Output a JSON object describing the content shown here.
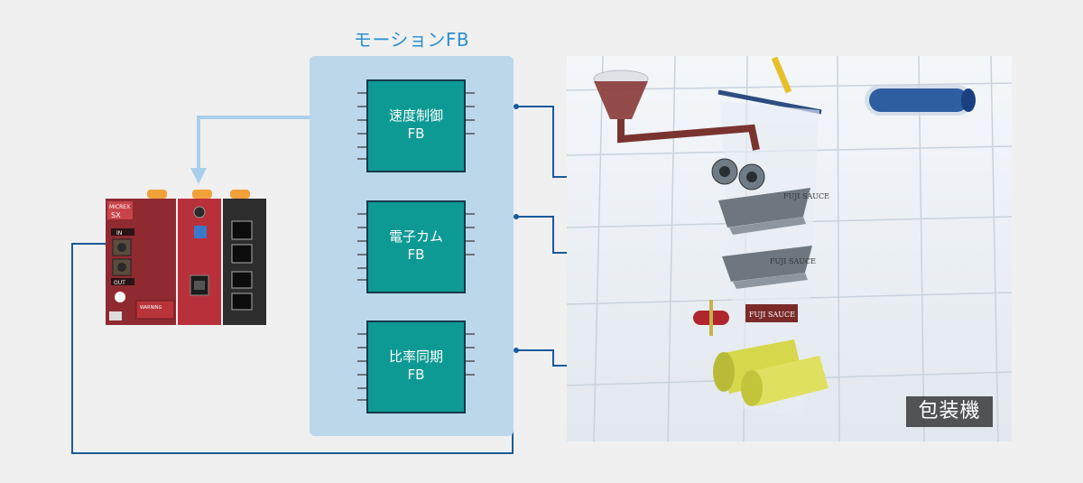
{
  "title": "モーションFB",
  "function_blocks": [
    {
      "name": "速度制御",
      "sub": "FB"
    },
    {
      "name": "電子カム",
      "sub": "FB"
    },
    {
      "name": "比率同期",
      "sub": "FB"
    }
  ],
  "machine_label": "包装機",
  "plc_texts": {
    "brand": "MICREX",
    "model": "SX",
    "in": "IN",
    "out": "OUT",
    "warning": "WARNING"
  },
  "product_labels": [
    "FUJI SAUCE",
    "FUJI SAUCE",
    "FUJI SAUCE"
  ],
  "colors": {
    "panel": "#bcd7ea",
    "fb_fill": "#0e9a94",
    "line_light": "#a9cfea",
    "line_dark": "#1b5a9a",
    "title": "#2a8fd0"
  }
}
